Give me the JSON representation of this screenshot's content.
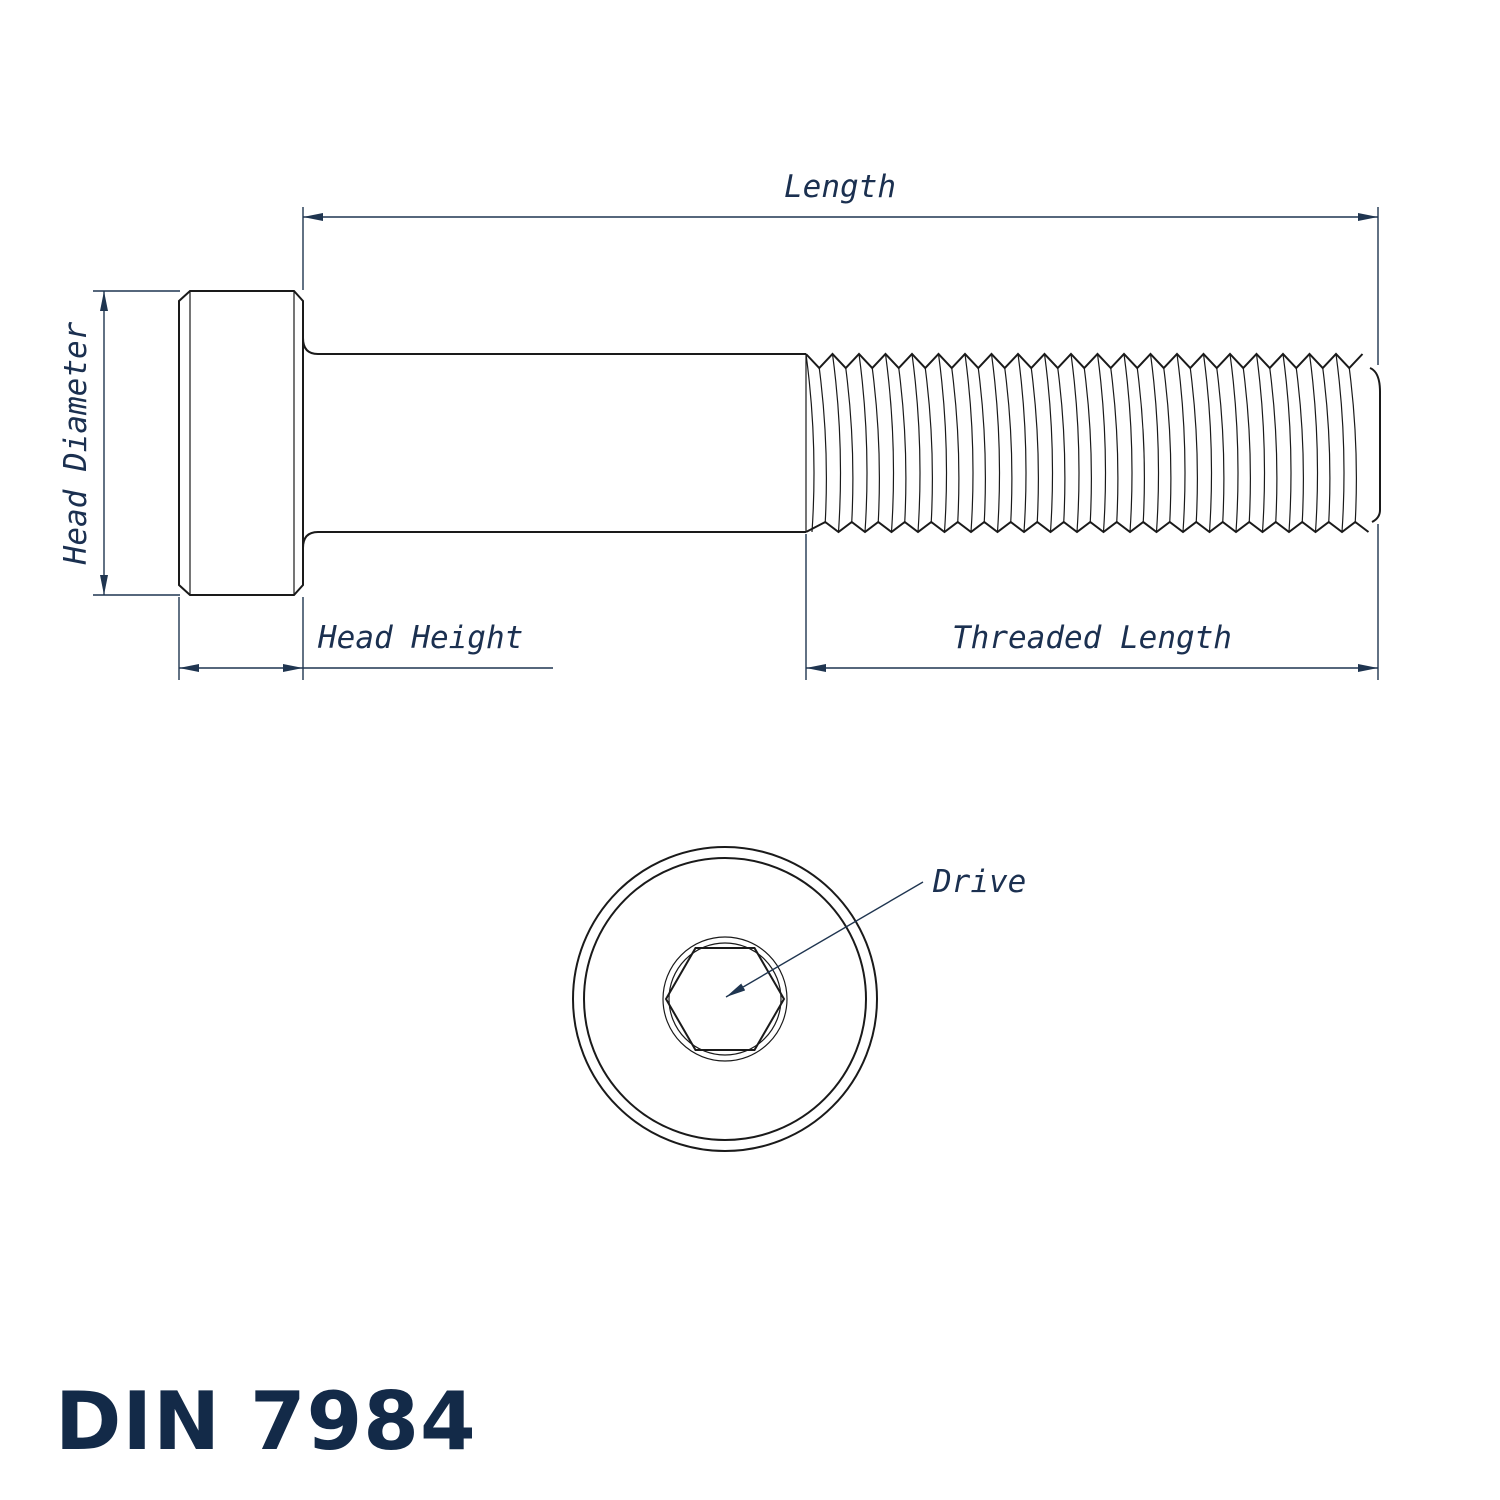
{
  "labels": {
    "length": "Length",
    "head_diameter": "Head Diameter",
    "head_height": "Head Height",
    "threaded_length": "Threaded Length",
    "drive": "Drive"
  },
  "title": "DIN 7984",
  "colors": {
    "annotation": "#1b3050",
    "title": "#132a48",
    "outline": "#1a1a1a"
  }
}
